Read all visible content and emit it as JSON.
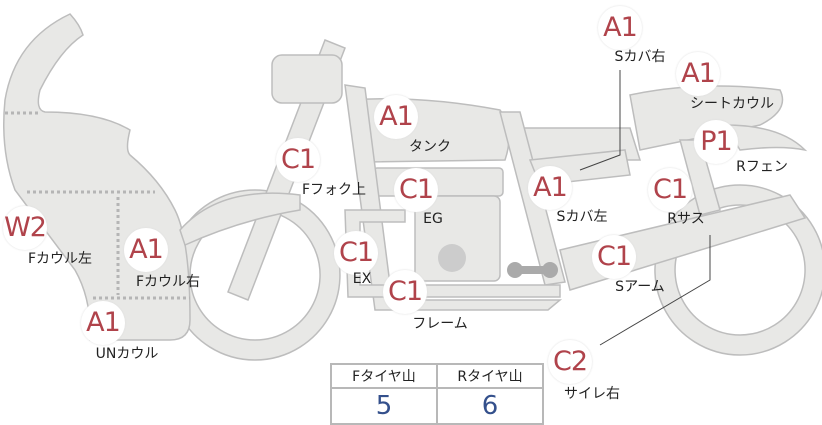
{
  "parts": [
    {
      "id": "s-cover-right",
      "grade": "A1",
      "label": "Sカバ右"
    },
    {
      "id": "seat-cowl",
      "grade": "A1",
      "label": "シートカウル"
    },
    {
      "id": "tank",
      "grade": "A1",
      "label": "タンク"
    },
    {
      "id": "r-fender",
      "grade": "P1",
      "label": "Rフェン"
    },
    {
      "id": "f-fork-upper",
      "grade": "C1",
      "label": "Fフォク上"
    },
    {
      "id": "engine",
      "grade": "C1",
      "label": "EG"
    },
    {
      "id": "s-cover-left",
      "grade": "A1",
      "label": "Sカバ左"
    },
    {
      "id": "r-suspension",
      "grade": "C1",
      "label": "Rサス"
    },
    {
      "id": "f-cowl-left",
      "grade": "W2",
      "label": "Fカウル左"
    },
    {
      "id": "f-cowl-right",
      "grade": "A1",
      "label": "Fカウル右"
    },
    {
      "id": "exhaust",
      "grade": "C1",
      "label": "EX"
    },
    {
      "id": "swing-arm",
      "grade": "C1",
      "label": "Sアーム"
    },
    {
      "id": "frame",
      "grade": "C1",
      "label": "フレーム"
    },
    {
      "id": "under-cowl",
      "grade": "A1",
      "label": "UNカウル"
    },
    {
      "id": "silencer-right",
      "grade": "C2",
      "label": "サイレ右"
    }
  ],
  "tires": {
    "front_label": "Fタイヤ山",
    "front_value": "5",
    "rear_label": "Rタイヤ山",
    "rear_value": "6"
  },
  "colors": {
    "grade_text": "#b0434b",
    "part_fill": "#e8e8e6",
    "part_stroke": "#bdbdbd",
    "tire_value": "#34508c"
  }
}
